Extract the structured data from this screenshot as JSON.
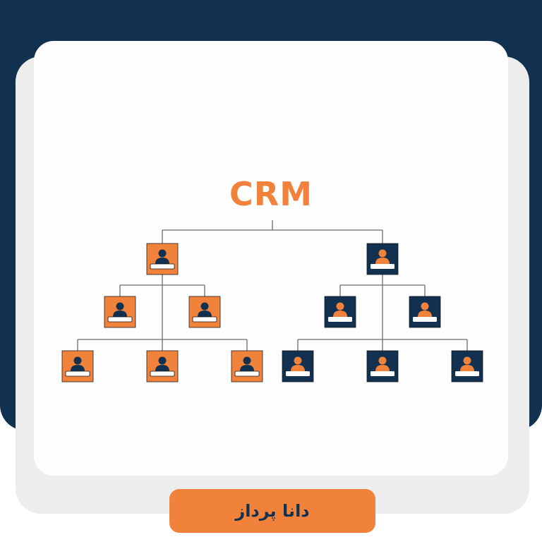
{
  "colors": {
    "navy": "#12304f",
    "orange": "#f0823c",
    "line": "#6b6b6b",
    "white": "#ffffff"
  },
  "diagram": {
    "title": "CRM",
    "left_tree_color": "orange",
    "right_tree_color": "navy",
    "node_icon": "person-icon",
    "levels": [
      1,
      2,
      3
    ]
  },
  "brand": {
    "label": "دانا پرداز"
  }
}
